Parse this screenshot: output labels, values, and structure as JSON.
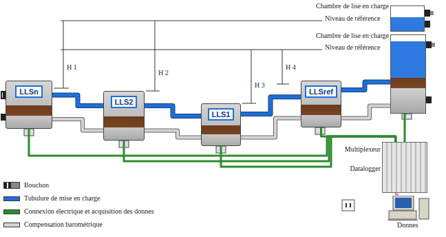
{
  "diagram": {
    "nodes": [
      {
        "text": [
          "Chambre de lise en charge"
        ]
      },
      {
        "text": [
          "Chambre de lise en charge"
        ]
      },
      {
        "text": [
          "LLSn"
        ]
      },
      {
        "text": [
          "LLS2"
        ]
      },
      {
        "text": [
          "LLS1"
        ]
      },
      {
        "text": [
          "LLSref"
        ]
      },
      {
        "text": [
          "Multiplexeur",
          "Datalogger"
        ]
      },
      {
        "text": [
          "Donnes"
        ]
      }
    ],
    "edges": [
      {
        "from": 2,
        "to": 3,
        "arrow": "none"
      },
      {
        "from": 3,
        "to": 4,
        "arrow": "none"
      },
      {
        "from": 4,
        "to": 5,
        "arrow": "none"
      },
      {
        "from": 5,
        "to": 1,
        "arrow": "none"
      },
      {
        "from": 2,
        "to": 3,
        "arrow": "none"
      },
      {
        "from": 3,
        "to": 4,
        "arrow": "none"
      },
      {
        "from": 4,
        "to": 5,
        "arrow": "none"
      },
      {
        "from": 5,
        "to": 1,
        "arrow": "none"
      },
      {
        "from": 2,
        "to": 6,
        "arrow": "none"
      },
      {
        "from": 3,
        "to": 6,
        "arrow": "none"
      },
      {
        "from": 4,
        "to": 6,
        "arrow": "none"
      },
      {
        "from": 5,
        "to": 6,
        "arrow": "none"
      },
      {
        "from": 1,
        "to": 6,
        "arrow": "none"
      },
      {
        "from": 6,
        "to": 7,
        "arrow": "none"
      }
    ],
    "labels": [
      "Niveau de référence",
      "Niveau de référence",
      "H 1",
      "H 2",
      "H 3",
      "H 4"
    ],
    "legend": [
      {
        "text": "Bouchon"
      },
      {
        "text": "Tubulure de mise en charge",
        "color": "#1f6fd6"
      },
      {
        "text": "Connexion électrique et acquisition des donnes",
        "color": "#2e8b2e"
      },
      {
        "text": "Compensation barométrique",
        "color": "#d4d4d4"
      }
    ]
  }
}
